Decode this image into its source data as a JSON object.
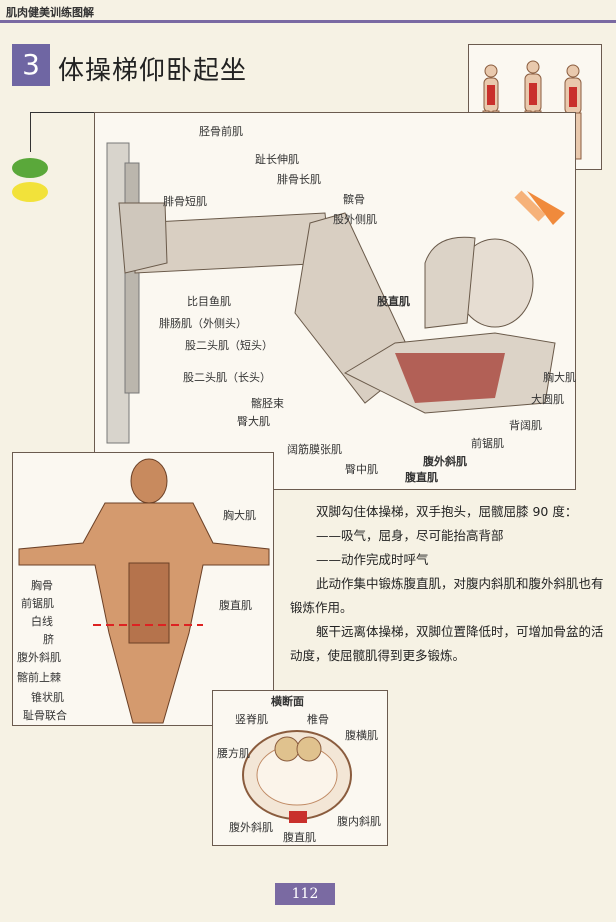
{
  "header": {
    "book_title": "肌肉健美训练图解"
  },
  "section": {
    "number": "3",
    "title": "体操梯仰卧起坐"
  },
  "main_figure": {
    "labels": [
      "胫骨前肌",
      "趾长伸肌",
      "腓骨长肌",
      "腓骨短肌",
      "髌骨",
      "股外侧肌",
      "股直肌",
      "比目鱼肌",
      "腓肠肌（外侧头）",
      "股二头肌（短头）",
      "股二头肌（长头）",
      "髂胫束",
      "臀大肌",
      "阔筋膜张肌",
      "臀中肌",
      "腹外斜肌",
      "腹直肌",
      "前锯肌",
      "背阔肌",
      "大圆肌",
      "胸大肌"
    ]
  },
  "anatomy_figure": {
    "labels": [
      "胸大肌",
      "胸骨",
      "前锯肌",
      "白线",
      "脐",
      "腹外斜肌",
      "髂前上棘",
      "锥状肌",
      "耻骨联合",
      "腹直肌"
    ]
  },
  "cross_section": {
    "title": "横断面",
    "labels": [
      "竖脊肌",
      "椎骨",
      "腹横肌",
      "腰方肌",
      "腹内斜肌",
      "腹外斜肌",
      "腹直肌"
    ]
  },
  "description": {
    "p1": "双脚勾住体操梯，双手抱头，屈髋屈膝 90 度：",
    "p2": "——吸气，屈身，尽可能抬高背部",
    "p3": "——动作完成时呼气",
    "p4": "此动作集中锻炼腹直肌，对腹内斜肌和腹外斜肌也有锻炼作用。",
    "p5": "躯干远离体操梯，双脚位置降低时，可增加骨盆的活动度，使屈髋肌得到更多锻炼。"
  },
  "page_number": "112",
  "colors": {
    "accent": "#6f66a3",
    "green_dot": "#5aa83a",
    "yellow_dot": "#f2e23a",
    "arrow": "#f08a3c"
  }
}
